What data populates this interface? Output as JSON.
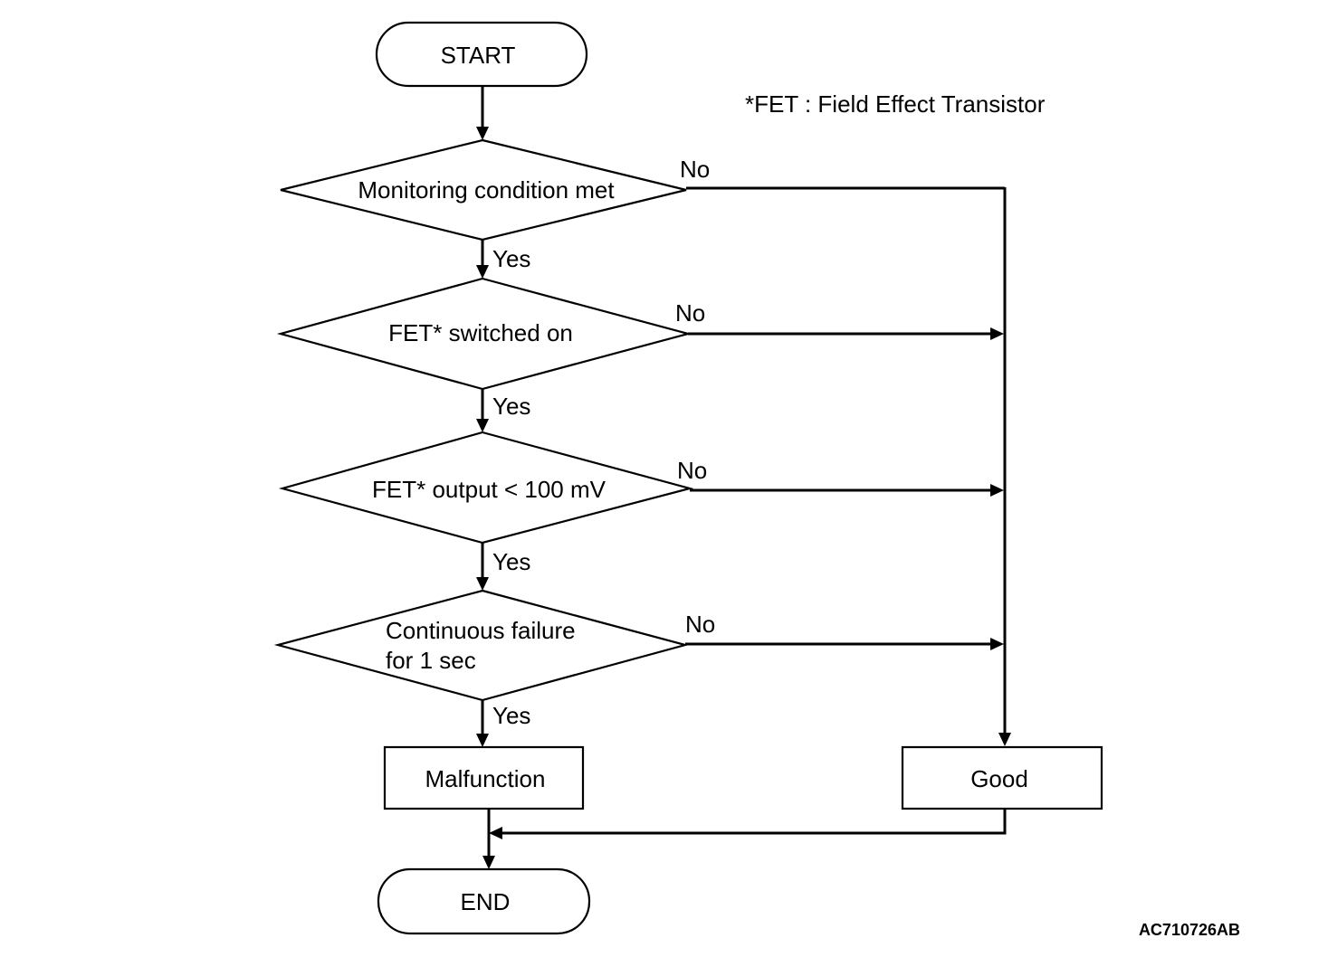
{
  "footnote": "*FET : Field Effect Transistor",
  "figure_code": "AC710726AB",
  "nodes": {
    "start": "START",
    "decision_1": "Monitoring condition met",
    "decision_2": "FET* switched on",
    "decision_3": "FET* output < 100 mV",
    "decision_4": [
      "Continuous failure",
      "for 1 sec"
    ],
    "malfunction": "Malfunction",
    "good": "Good",
    "end": "END"
  },
  "branch_labels": {
    "yes": "Yes",
    "no": "No"
  }
}
